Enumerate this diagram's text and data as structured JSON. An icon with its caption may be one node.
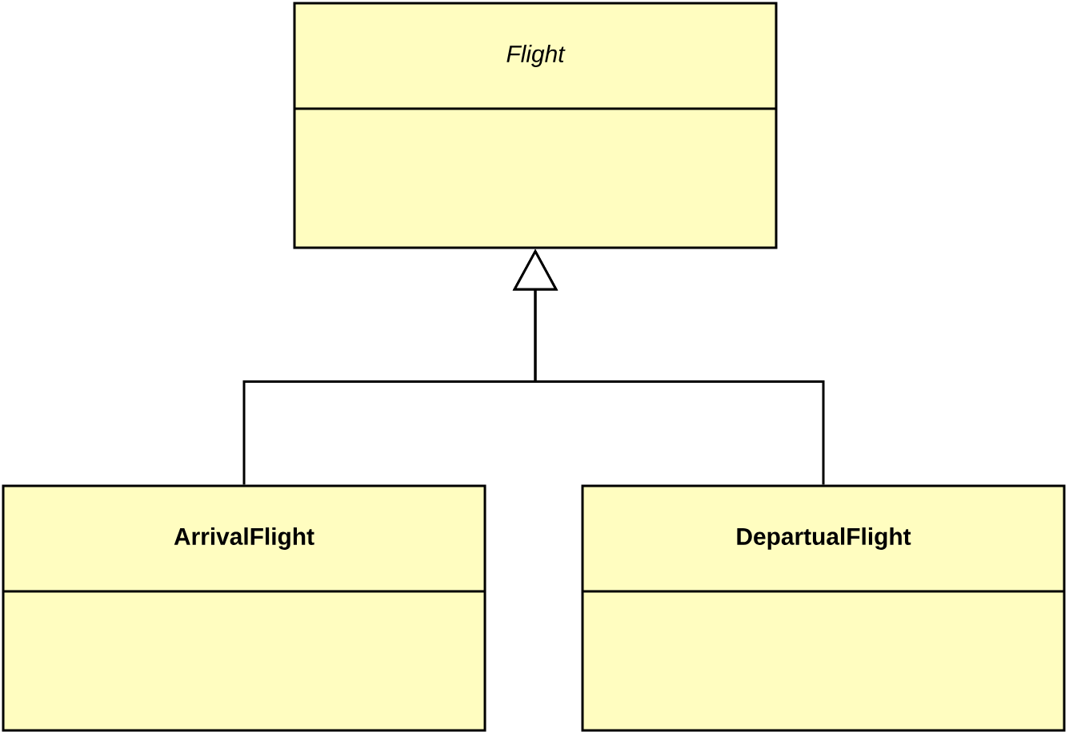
{
  "diagram": {
    "nodes": [
      {
        "text": [
          "Flight"
        ]
      },
      {
        "text": [
          "ArrivalFlight"
        ]
      },
      {
        "text": [
          "DepartualFlight"
        ]
      }
    ],
    "edges": [
      {
        "from": 1,
        "to": 0,
        "arrow": "to"
      },
      {
        "from": 2,
        "to": 0,
        "arrow": "to"
      }
    ]
  }
}
